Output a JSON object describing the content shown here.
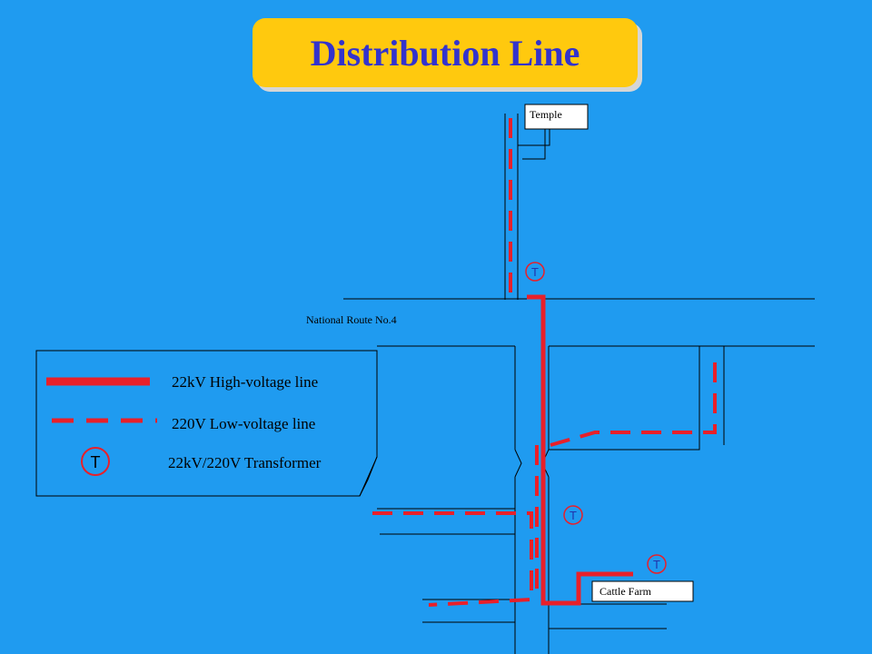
{
  "title": "Distribution Line",
  "places": {
    "temple": "Temple",
    "cattle_farm": "Cattle Farm",
    "route": "National Route No.4"
  },
  "transformer_symbol": "T",
  "legend": {
    "high_voltage": "22kV High-voltage line",
    "low_voltage": "220V Low-voltage line",
    "transformer": "22kV/220V Transformer"
  },
  "colors": {
    "background": "#1f9bf0",
    "title_box": "#ffc90e",
    "title_text": "#3333cc",
    "line_red": "#e8202a",
    "road": "#000000"
  }
}
